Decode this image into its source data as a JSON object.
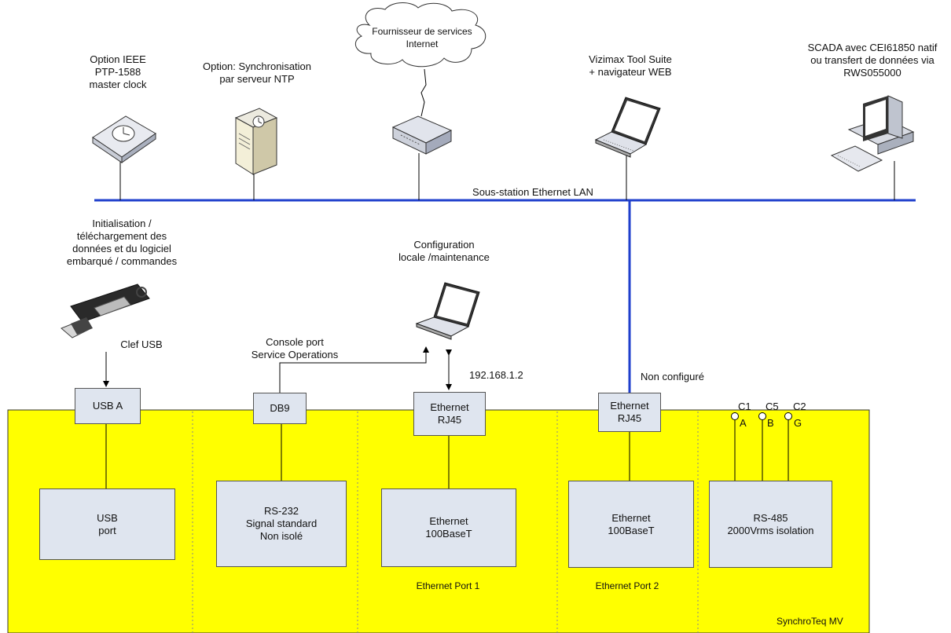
{
  "network": {
    "lan_label": "Sous-station Ethernet LAN",
    "ptp_label": "Option IEEE\nPTP-1588\nmaster clock",
    "ntp_label": "Option: Synchronisation\npar serveur NTP",
    "isp_label": "Fournisseur de services\nInternet",
    "toolsuite_label": "Vizimax Tool Suite\n+ navigateur WEB",
    "scada_label": "SCADA avec CEI61850 natif\nou transfert de données  via\nRWS055000"
  },
  "local": {
    "usb_key_caption": "Initialisation /\ntéléchargement des\ndonnées et du logiciel\nembarqué / commandes",
    "usb_key_label": "Clef USB",
    "config_label": "Configuration\nlocale /maintenance",
    "console_label": "Console port\nService Operations",
    "ip_address": "192.168.1.2",
    "not_configured": "Non configuré"
  },
  "device": {
    "name": "SynchroTeq MV",
    "colors": {
      "panel": "#ffff00",
      "box": "#dfe5ef",
      "lan": "#1f3fcc"
    },
    "connectors": {
      "usb_a": "USB A",
      "db9": "DB9",
      "eth1": "Ethernet\nRJ45",
      "eth2": "Ethernet\nRJ45"
    },
    "modules": {
      "usb": "USB\nport",
      "rs232": "RS-232\nSignal standard\nNon isolé",
      "eth1": "Ethernet\n100BaseT",
      "eth2": "Ethernet\n100BaseT",
      "rs485": "RS-485\n2000Vrms isolation"
    },
    "port_labels": {
      "eth1": "Ethernet Port 1",
      "eth2": "Ethernet Port 2"
    },
    "terminals": {
      "top": [
        "C1",
        "C5",
        "C2"
      ],
      "bottom": [
        "A",
        "B",
        "G"
      ]
    }
  }
}
